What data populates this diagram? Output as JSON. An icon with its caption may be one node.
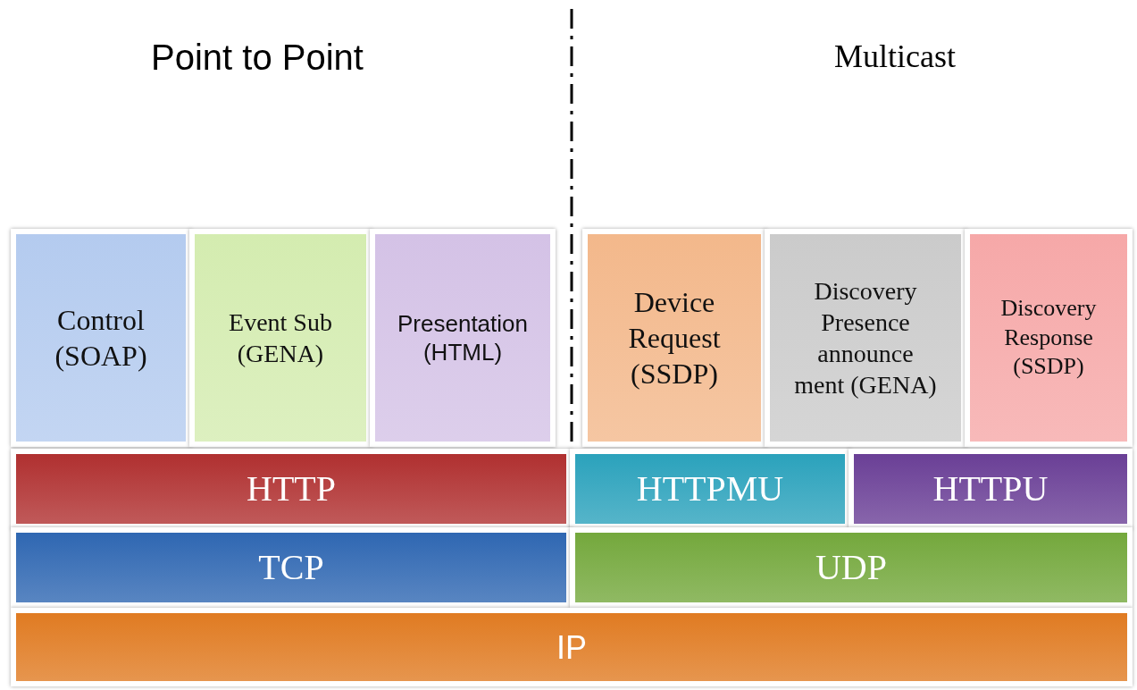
{
  "diagram": {
    "nodes": [
      {
        "text": [
          "Control (SOAP)"
        ]
      },
      {
        "text": [
          "Event Sub (GENA)"
        ]
      },
      {
        "text": [
          "Presentation (HTML)"
        ]
      },
      {
        "text": [
          "Device Request (SSDP)"
        ]
      },
      {
        "text": [
          "Discovery Presence announce ment (GENA)"
        ]
      },
      {
        "text": [
          "Discovery Response (SSDP)"
        ]
      },
      {
        "text": [
          "HTTP"
        ]
      },
      {
        "text": [
          "HTTPMU"
        ]
      },
      {
        "text": [
          "HTTPU"
        ]
      },
      {
        "text": [
          "TCP"
        ]
      },
      {
        "text": [
          "UDP"
        ]
      },
      {
        "text": [
          "IP"
        ]
      }
    ],
    "edges": [],
    "labels": [
      "Point to Point",
      "Multicast"
    ]
  }
}
